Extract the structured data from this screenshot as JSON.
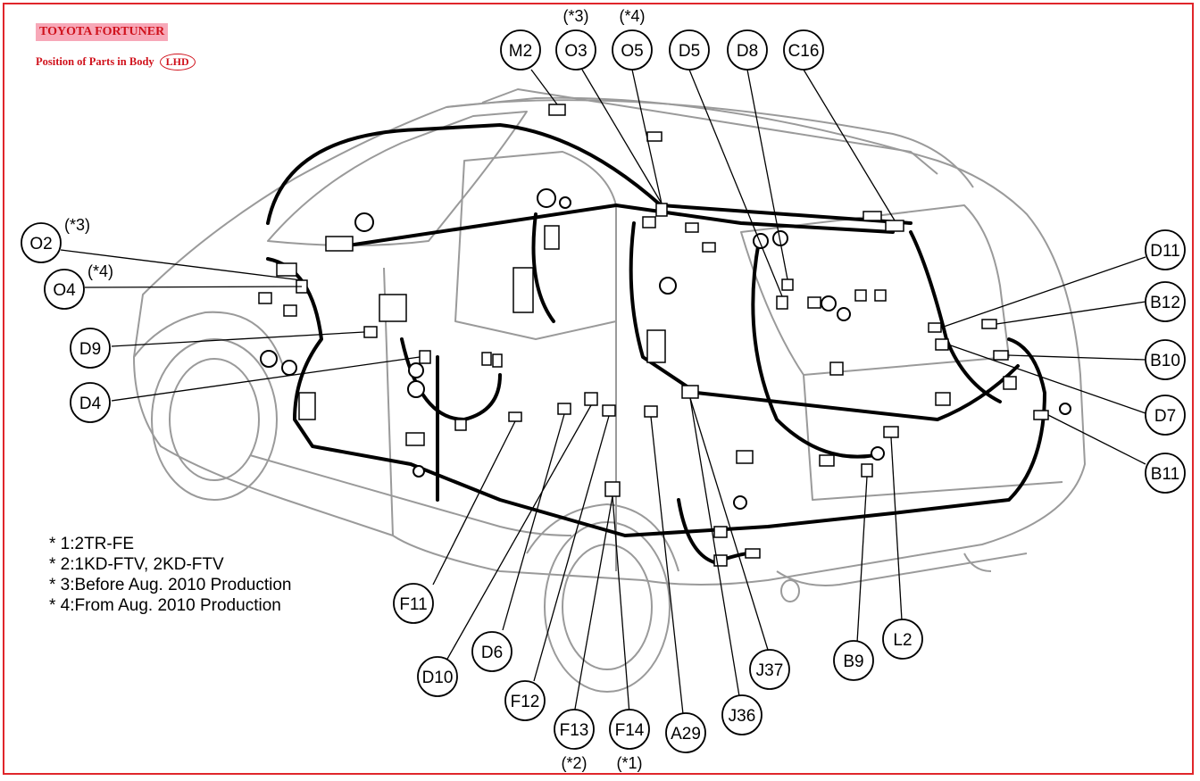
{
  "header": {
    "title": "TOYOTA FORTUNER",
    "subtitle": "Position of Parts in Body",
    "badge": "LHD"
  },
  "notes": [
    "* 1:2TR-FE",
    "* 2:1KD-FTV, 2KD-FTV",
    "* 3:Before Aug. 2010 Production",
    "* 4:From Aug. 2010 Production"
  ],
  "callouts": [
    {
      "code": "M2",
      "note": ""
    },
    {
      "code": "O3",
      "note": "(*3)"
    },
    {
      "code": "O5",
      "note": "(*4)"
    },
    {
      "code": "D5",
      "note": ""
    },
    {
      "code": "D8",
      "note": ""
    },
    {
      "code": "C16",
      "note": ""
    },
    {
      "code": "O2",
      "note": "(*3)"
    },
    {
      "code": "O4",
      "note": "(*4)"
    },
    {
      "code": "D9",
      "note": ""
    },
    {
      "code": "D4",
      "note": ""
    },
    {
      "code": "D11",
      "note": ""
    },
    {
      "code": "B12",
      "note": ""
    },
    {
      "code": "B10",
      "note": ""
    },
    {
      "code": "D7",
      "note": ""
    },
    {
      "code": "B11",
      "note": ""
    },
    {
      "code": "F11",
      "note": ""
    },
    {
      "code": "D10",
      "note": ""
    },
    {
      "code": "D6",
      "note": ""
    },
    {
      "code": "F12",
      "note": ""
    },
    {
      "code": "F13",
      "note": "(*2)"
    },
    {
      "code": "F14",
      "note": "(*1)"
    },
    {
      "code": "A29",
      "note": ""
    },
    {
      "code": "J36",
      "note": ""
    },
    {
      "code": "J37",
      "note": ""
    },
    {
      "code": "B9",
      "note": ""
    },
    {
      "code": "L2",
      "note": ""
    }
  ],
  "colors": {
    "frame": "#e0262b",
    "title_bg": "#f7a8b8",
    "title_text": "#d0121c",
    "linework": "#000000",
    "body_line": "#9a9a9a"
  }
}
